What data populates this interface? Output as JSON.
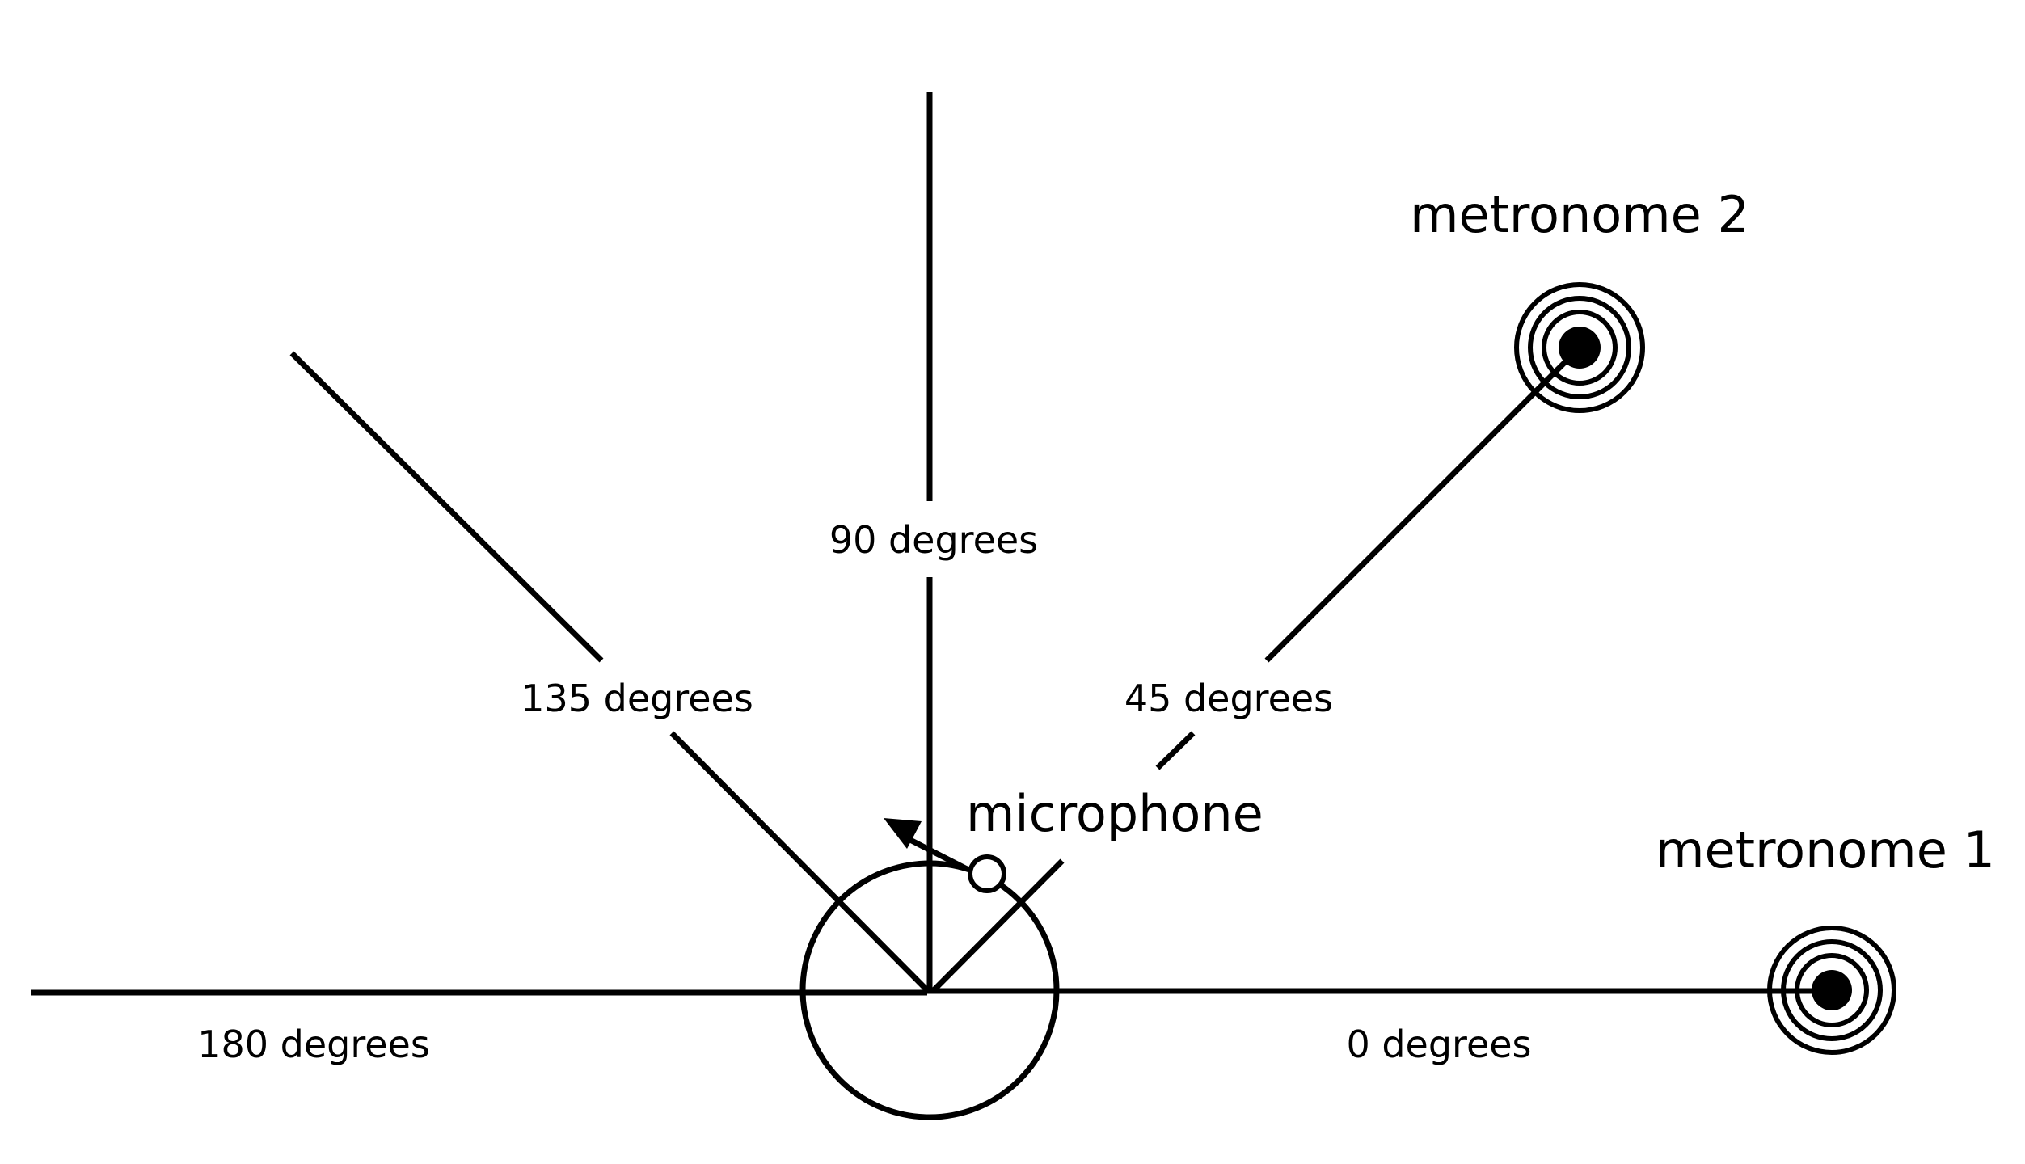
{
  "colors": {
    "ink": "#000000",
    "background": "#ffffff"
  },
  "angles": [
    {
      "id": "0",
      "label": "0 degrees",
      "degrees": 0
    },
    {
      "id": "45",
      "label": "45 degrees",
      "degrees": 45
    },
    {
      "id": "90",
      "label": "90 degrees",
      "degrees": 90
    },
    {
      "id": "135",
      "label": "135 degrees",
      "degrees": 135
    },
    {
      "id": "180",
      "label": "180 degrees",
      "degrees": 180
    }
  ],
  "microphone": {
    "label": "microphone",
    "icon": "microphone-circle-icon"
  },
  "metronomes": [
    {
      "label": "metronome 1",
      "icon": "metronome-target-icon",
      "angle_degrees": 0
    },
    {
      "label": "metronome 2",
      "icon": "metronome-target-icon",
      "angle_degrees": 45
    }
  ]
}
